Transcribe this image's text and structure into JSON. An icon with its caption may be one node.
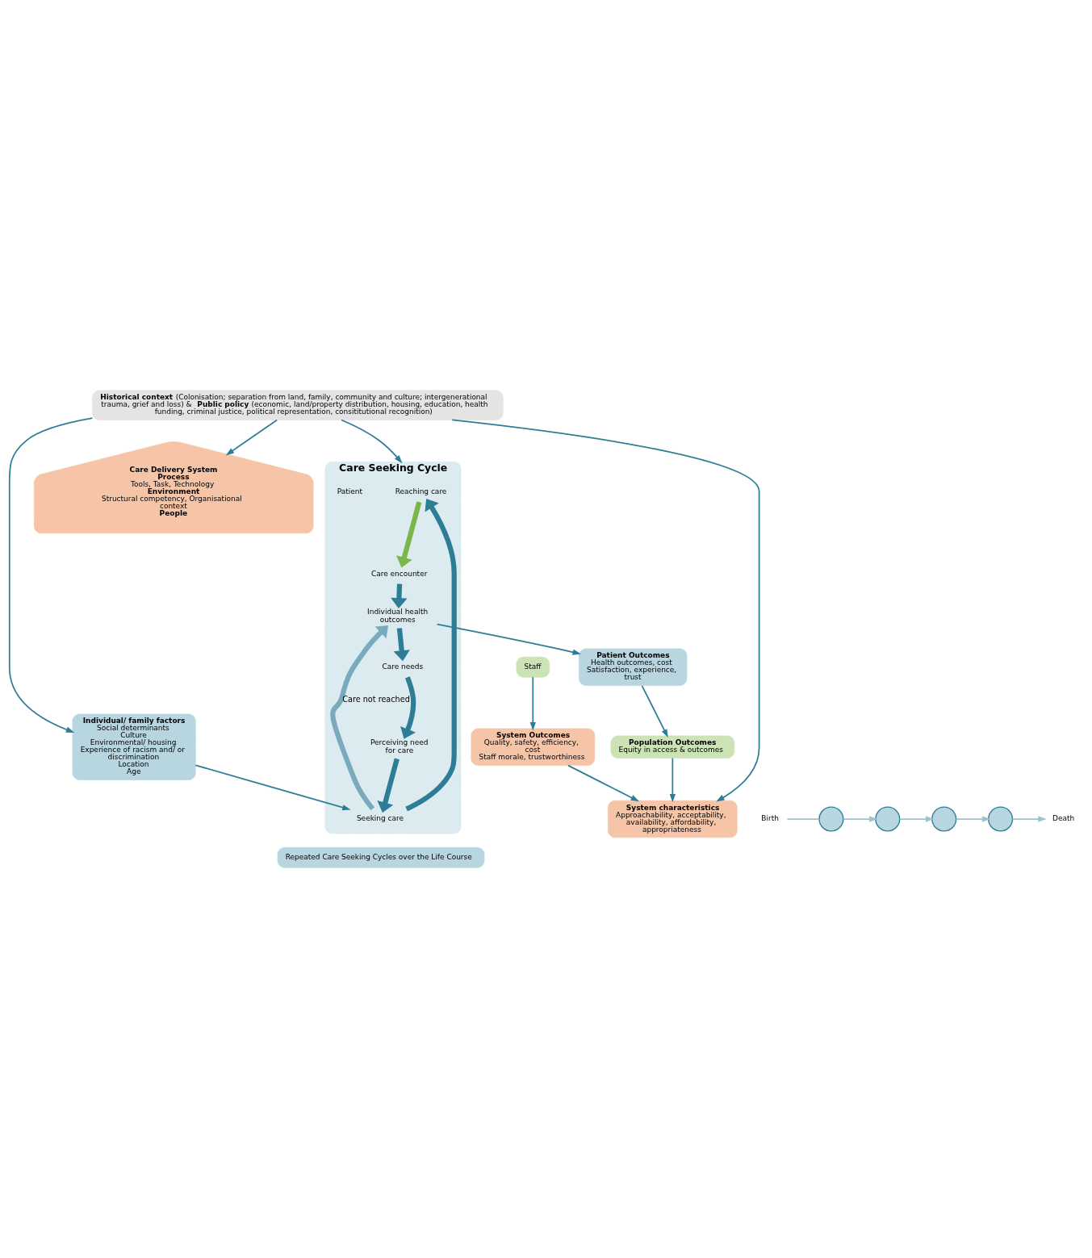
{
  "diagram": {
    "nodes": [
      {
        "text": [
          "**Historical context** (Colonisation; separation from land, family, community and culture; intergenerational trauma, grief and loss) & **Public policy** (economic, land/property distribution, housing, education, health funding, criminal justice, political representation, consititutional recognition)"
        ]
      },
      {
        "text": [
          "Individual/ family factors",
          "Social determinants",
          "Culture",
          "Environmental/ housing",
          "Experience of racism and/ or discrimination",
          "Location",
          "Age"
        ]
      },
      {
        "text": [
          "Care Delivery System",
          "Process",
          "Tools, Task, Technology",
          "Environment",
          "Structural competency, Organisational context",
          "People"
        ]
      },
      {
        "text": [
          "System characteristics",
          "Approachability, acceptability, availability, affordability, appropriateness"
        ]
      },
      {
        "text": [
          "System Outcomes",
          "Quality, safety, efficiency, cost",
          "Staff morale, trustworthiness"
        ]
      },
      {
        "text": [
          "Staff"
        ]
      },
      {
        "text": [
          "Care Seeking Cycle"
        ]
      },
      {
        "text": [
          "Reaching care"
        ],
        "in": 6
      },
      {
        "text": [
          "Care encounter"
        ],
        "in": 6
      },
      {
        "text": [
          "Individual health outcomes"
        ],
        "in": 6
      },
      {
        "text": [
          "Care needs"
        ],
        "in": 6
      },
      {
        "text": [
          "Perceiving need for care"
        ],
        "in": 6
      },
      {
        "text": [
          "Seeking care"
        ],
        "in": 6
      },
      {
        "text": [
          "Patient"
        ],
        "in": 6
      },
      {
        "text": [
          "Population Outcomes",
          "Equity in access & outcomes"
        ]
      },
      {
        "text": [
          "Patient Outcomes",
          "Health outcomes, cost",
          "Satisfaction, experience, trust"
        ]
      },
      {
        "text": [
          "Birth"
        ]
      },
      {
        "text": [],
        "shape": "circle"
      },
      {
        "text": [],
        "shape": "circle"
      },
      {
        "text": [],
        "shape": "circle"
      },
      {
        "text": [],
        "shape": "circle"
      },
      {
        "text": [
          "Death"
        ]
      },
      {
        "text": [
          "Repeated Care Seeking Cycles over the Life Course"
        ]
      }
    ],
    "edges": [
      {
        "from": 0,
        "to": 1,
        "arrow": "to"
      },
      {
        "from": 0,
        "to": 6,
        "arrow": "to"
      },
      {
        "from": 0,
        "to": 2,
        "arrow": "to"
      },
      {
        "from": 0,
        "to": 3,
        "arrow": "to"
      },
      {
        "from": 1,
        "to": 12,
        "arrow": "to"
      },
      {
        "from": 12,
        "to": 7,
        "arrow": "to",
        "style": "thick"
      },
      {
        "from": 7,
        "to": 8,
        "arrow": "to",
        "style": "thick",
        "color": "#7ab648"
      },
      {
        "from": 8,
        "to": 9,
        "arrow": "to",
        "style": "thick"
      },
      {
        "from": 9,
        "to": 10,
        "arrow": "to",
        "style": "thick"
      },
      {
        "from": 10,
        "to": 11,
        "arrow": "to",
        "style": "thick"
      },
      {
        "from": 11,
        "to": 12,
        "arrow": "to",
        "style": "thick"
      },
      {
        "from": 12,
        "to": 9,
        "arrow": "to",
        "label": "Care not reached",
        "style": "thick",
        "color": "#7aabbd"
      },
      {
        "from": 5,
        "to": 4,
        "arrow": "to"
      },
      {
        "from": 4,
        "to": 3,
        "arrow": "to"
      },
      {
        "from": 9,
        "to": 15,
        "arrow": "to"
      },
      {
        "from": 15,
        "to": 14,
        "arrow": "to"
      },
      {
        "from": 14,
        "to": 3,
        "arrow": "to"
      },
      {
        "from": 16,
        "to": 17,
        "arrow": "none",
        "color": "#9cc3cf"
      },
      {
        "from": 17,
        "to": 18,
        "arrow": "to",
        "color": "#9cc3cf"
      },
      {
        "from": 18,
        "to": 19,
        "arrow": "to",
        "color": "#9cc3cf"
      },
      {
        "from": 19,
        "to": 20,
        "arrow": "to",
        "color": "#9cc3cf"
      },
      {
        "from": 20,
        "to": 21,
        "arrow": "to",
        "color": "#9cc3cf"
      }
    ]
  }
}
